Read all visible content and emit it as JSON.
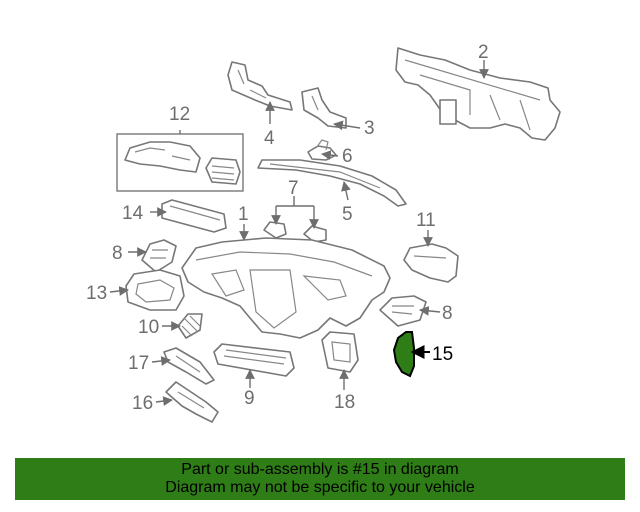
{
  "callouts": {
    "c1": "1",
    "c2": "2",
    "c3": "3",
    "c4": "4",
    "c5": "5",
    "c6": "6",
    "c7": "7",
    "c8a": "8",
    "c8b": "8",
    "c9": "9",
    "c10": "10",
    "c11": "11",
    "c12": "12",
    "c13": "13",
    "c14": "14",
    "c15": "15",
    "c16": "16",
    "c17": "17",
    "c18": "18"
  },
  "highlight": {
    "part": "15",
    "color": "#2e7d16"
  },
  "footer": {
    "line1": "Part or sub-assembly is #15 in diagram",
    "line2": "Diagram may not be specific to your vehicle",
    "background": "#2e7d16"
  }
}
